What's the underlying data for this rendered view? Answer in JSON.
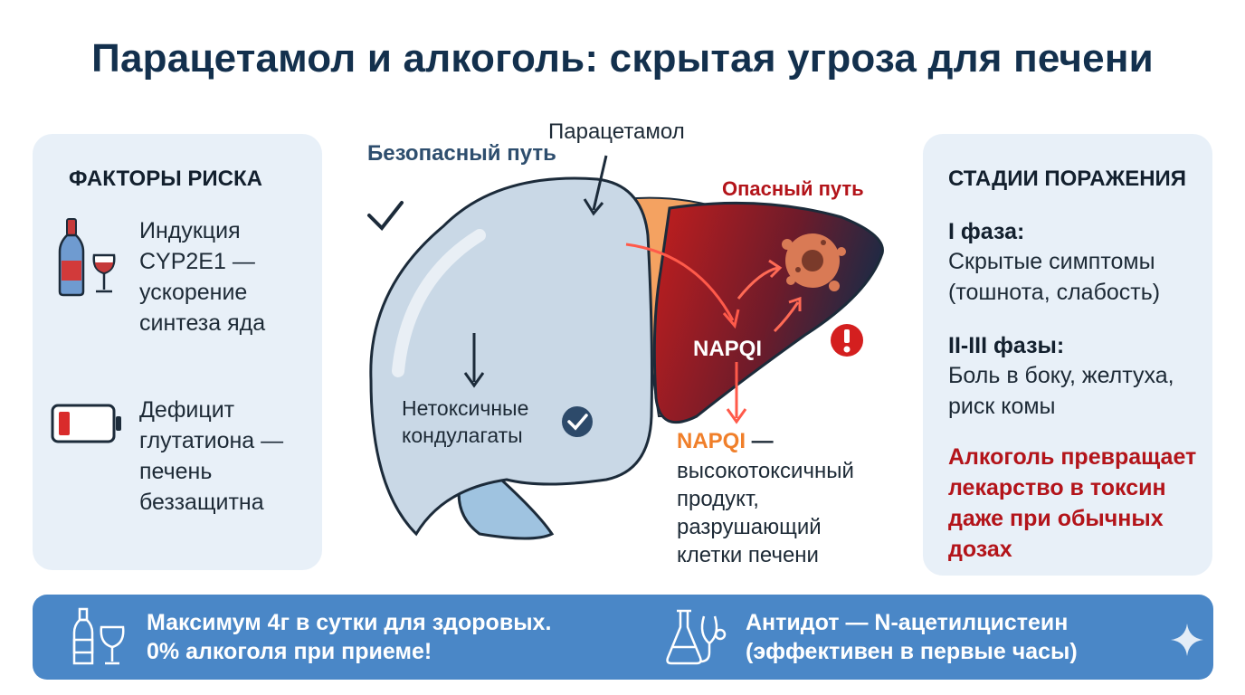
{
  "title": "Парацетамол и алкоголь: скрытая угроза для печени",
  "risk_factors": {
    "heading": "ФАКТОРЫ РИСКА",
    "items": [
      {
        "icon": "wine-bottle-glass-icon",
        "lines": [
          "Индукция",
          "CYP2E1 —",
          "ускорение",
          "синтеза яда"
        ]
      },
      {
        "icon": "low-battery-icon",
        "lines": [
          "Дефицит",
          "глутатиона —",
          "печень",
          "беззащитна"
        ]
      }
    ]
  },
  "diagram": {
    "input_label": "Парацетамол",
    "safe_path_label": "Безопасный путь",
    "danger_path_label": "Опасный путь",
    "nontoxic_lines": [
      "Нетоксичные",
      "кондулагаты"
    ],
    "napqi_inner": "NAPQI",
    "napqi_term": "NAPQI",
    "napqi_dash": " —",
    "napqi_desc_lines": [
      "высокотоксичный",
      "продукт,",
      "разрушающий",
      "клетки печени"
    ],
    "colors": {
      "safe": "#c9d8e6",
      "danger": "#b3141a",
      "accent": "#f07f2a"
    }
  },
  "stages": {
    "heading": "СТАДИИ ПОРАЖЕНИЯ",
    "phase1_label": "I фаза:",
    "phase1_lines": [
      "Скрытые симптомы",
      "(тошнота, слабость)"
    ],
    "phase2_label": "II-III фазы:",
    "phase2_lines": [
      "Боль в боку, желтуха,",
      "риск комы"
    ],
    "warning_lines": [
      "Алкоголь превращает",
      "лекарство в токсин",
      "даже при обычных",
      "дозах"
    ]
  },
  "bottom": {
    "left_lines": [
      "Максимум 4г в сутки для здоровых.",
      "0% алкоголя при приеме!"
    ],
    "right_lines": [
      "Антидот — N-ацетилцистеин",
      "(эффективен в первые часы)"
    ],
    "left_icon": "bottle-glass-icon",
    "right_icon": "flask-stethoscope-icon",
    "bar_color": "#4a87c7"
  }
}
